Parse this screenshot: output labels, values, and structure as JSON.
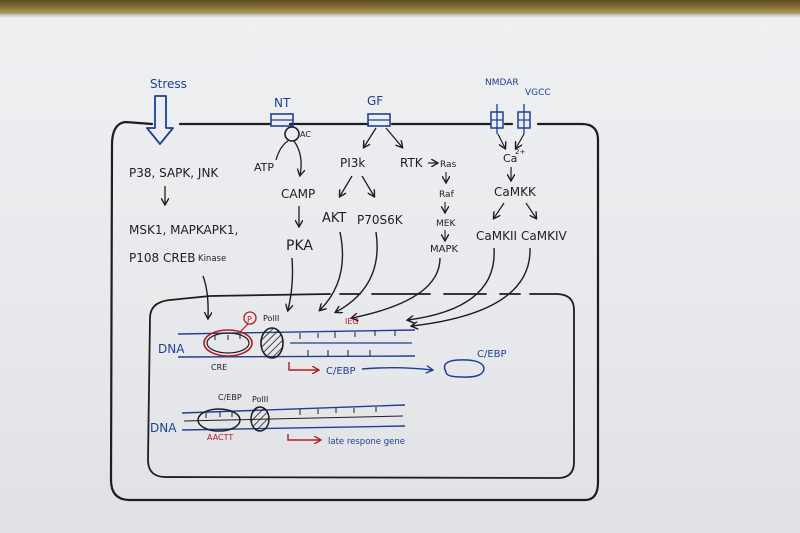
{
  "inputs": {
    "stress": "Stress",
    "nt": "NT",
    "gf": "GF",
    "nmdar": "NMDAR",
    "vgcc": "VGCC"
  },
  "labels": {
    "ac": "AC",
    "atp": "ATP",
    "camp": "CAMP",
    "pka": "PKA",
    "p38": "P38, SAPK, JNK",
    "msk1": "MSK1, MAPKAPK1,",
    "p108": "P108 CREB",
    "kinase": "Kinase",
    "pi3k": "PI3k",
    "akt": "AKT",
    "p70": "P70S6K",
    "rtk": "RTK",
    "ras": "Ras",
    "raf": "Raf",
    "mek": "MEK",
    "mapk": "MAPK",
    "ca": "Ca",
    "ca_sup": "2+",
    "camkk": "CaMKK",
    "camk2": "CaMKII",
    "camk4": "CaMKIV"
  },
  "nucleus": {
    "dna1": "DNA",
    "dna2": "DNA",
    "phospho": "P",
    "pol_1": "PolII",
    "pol_2": "PolII",
    "cre": "CRE",
    "ieg": "IEG",
    "cebp_gene": "C/EBP",
    "cebp_protein": "C/EBP",
    "cebp_bound": "C/EBP",
    "aactt": "AACTT",
    "late_gene": "late respone gene"
  },
  "colors": {
    "ink_black": "#1e1e20",
    "ink_blue": "#1f3f95",
    "ink_red": "#b51c22"
  }
}
